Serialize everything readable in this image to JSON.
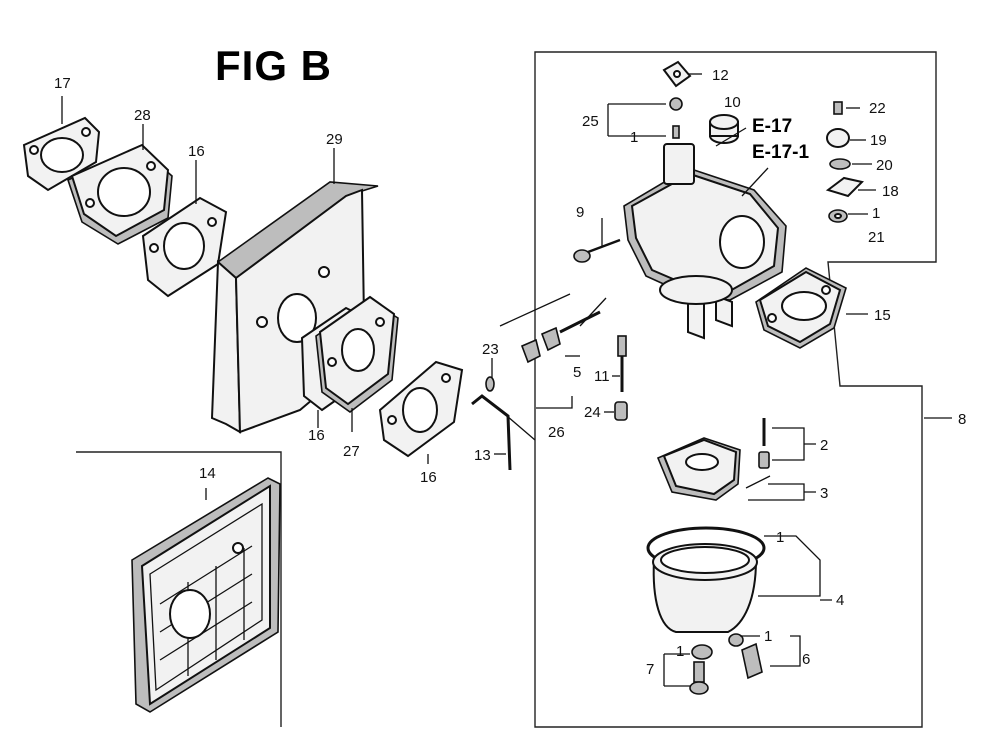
{
  "figure_title": "FIG B",
  "reference_labels": [
    "E-17",
    "E-17-1"
  ],
  "callouts": {
    "c17": "17",
    "c28": "28",
    "c16a": "16",
    "c29": "29",
    "c16b": "16",
    "c27": "27",
    "c16c": "16",
    "c14": "14",
    "c23": "23",
    "c13": "13",
    "c26": "26",
    "c5": "5",
    "c11": "11",
    "c24": "24",
    "c12": "12",
    "c10": "10",
    "c25": "25",
    "c1a": "1",
    "c9": "9",
    "c22": "22",
    "c19": "19",
    "c20": "20",
    "c18": "18",
    "c1b": "1",
    "c21": "21",
    "c15": "15",
    "c8": "8",
    "c2": "2",
    "c3": "3",
    "c1c": "1",
    "c4": "4",
    "c1d": "1",
    "c6": "6",
    "c7": "7",
    "c1e": "1"
  }
}
